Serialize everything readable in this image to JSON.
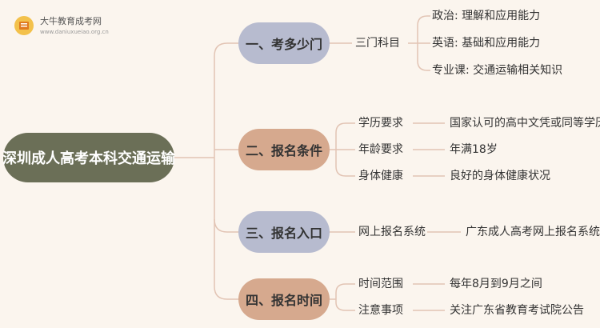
{
  "logo": {
    "name": "大牛教育成考网",
    "url": "www.daniuxueiao.org.cn"
  },
  "root": {
    "label": "深圳成人高考本科交通运输"
  },
  "branches": [
    {
      "label": "一、考多少门",
      "mid": "三门科目",
      "leaves": [
        "政治: 理解和应用能力",
        "英语: 基础和应用能力",
        "专业课: 交通运输相关知识"
      ]
    },
    {
      "label": "二、报名条件",
      "items": [
        {
          "label": "学历要求",
          "detail": "国家认可的高中文凭或同等学历"
        },
        {
          "label": "年龄要求",
          "detail": "年满18岁"
        },
        {
          "label": "身体健康",
          "detail": "良好的身体健康状况"
        }
      ]
    },
    {
      "label": "三、报名入口",
      "items": [
        {
          "label": "网上报名系统",
          "detail": "广东成人高考网上报名系统:"
        }
      ]
    },
    {
      "label": "四、报名时间",
      "items": [
        {
          "label": "时间范围",
          "detail": "每年8月到9月之间"
        },
        {
          "label": "注意事项",
          "detail": "关注广东省教育考试院公告"
        }
      ]
    }
  ],
  "colors": {
    "background": "#fbf5ee",
    "root": "#6b6f57",
    "branch_blue": "#b7bbcf",
    "branch_orange": "#d6a98e",
    "line": "#e2c4b4"
  },
  "icons": [
    "book-logo-icon"
  ]
}
